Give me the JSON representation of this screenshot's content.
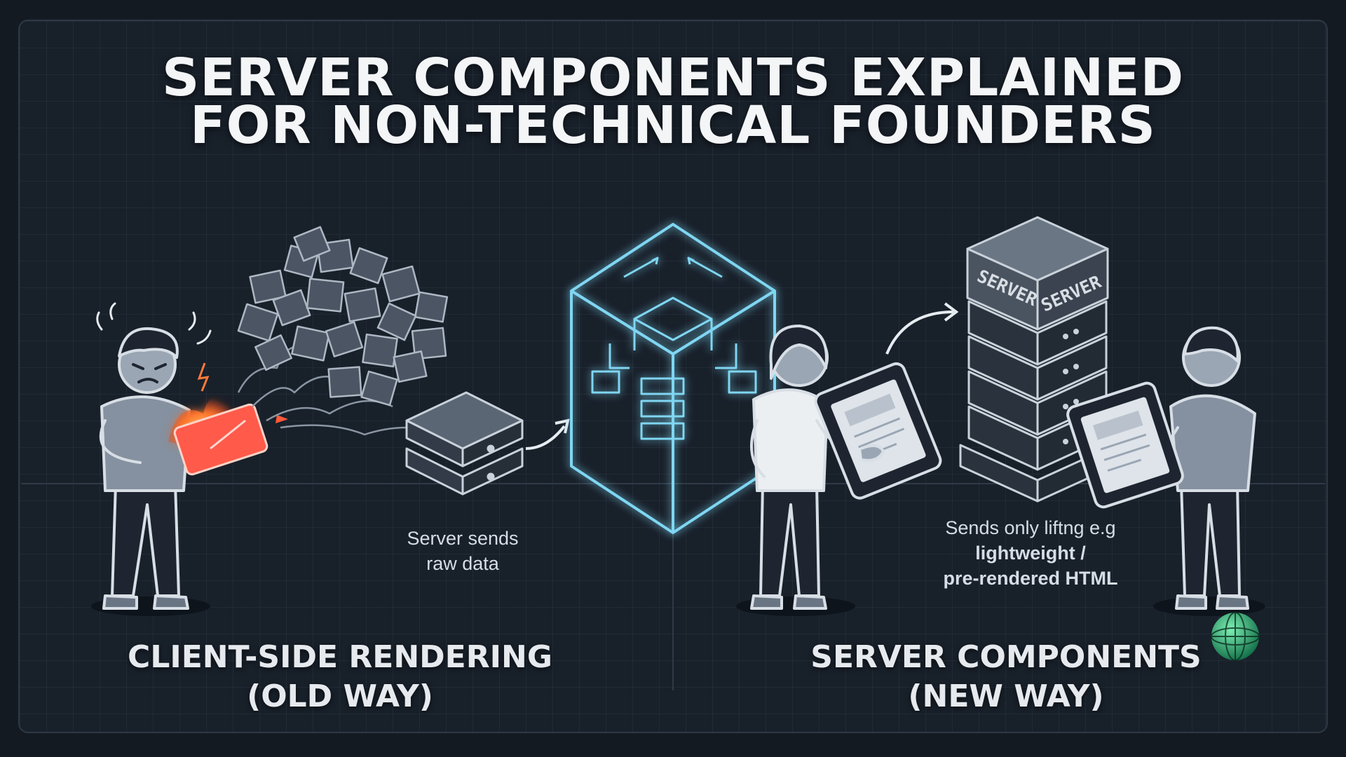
{
  "title": {
    "line1": "SERVER COMPONENTS EXPLAINED",
    "line2": "FOR NON-TECHNICAL FOUNDERS"
  },
  "left": {
    "caption_line1": "Server sends",
    "caption_line2": "raw data",
    "label_line1": "CLIENT-SIDE RENDERING",
    "label_line2": "(OLD WAY)"
  },
  "right": {
    "caption_line1": "Sends only liftng e.g",
    "caption_line2": "lightweight  /",
    "caption_line3": "pre-rendered HTML",
    "label_line1": "SERVER COMPONENTS",
    "label_line2": "(NEW WAY)",
    "server_label_front": "SERVER",
    "server_label_side": "SERVER"
  },
  "colors": {
    "background": "#141a22",
    "accent_glow": "#7fd6f2",
    "fire": "#ff6a2a",
    "logo": "#3ecf8e"
  },
  "icons": [
    "frustrated-person-icon",
    "data-cube-pile-icon",
    "small-server-icon",
    "glowing-cube-icon",
    "happy-person-icon",
    "server-rack-icon",
    "globe-logo-icon"
  ]
}
